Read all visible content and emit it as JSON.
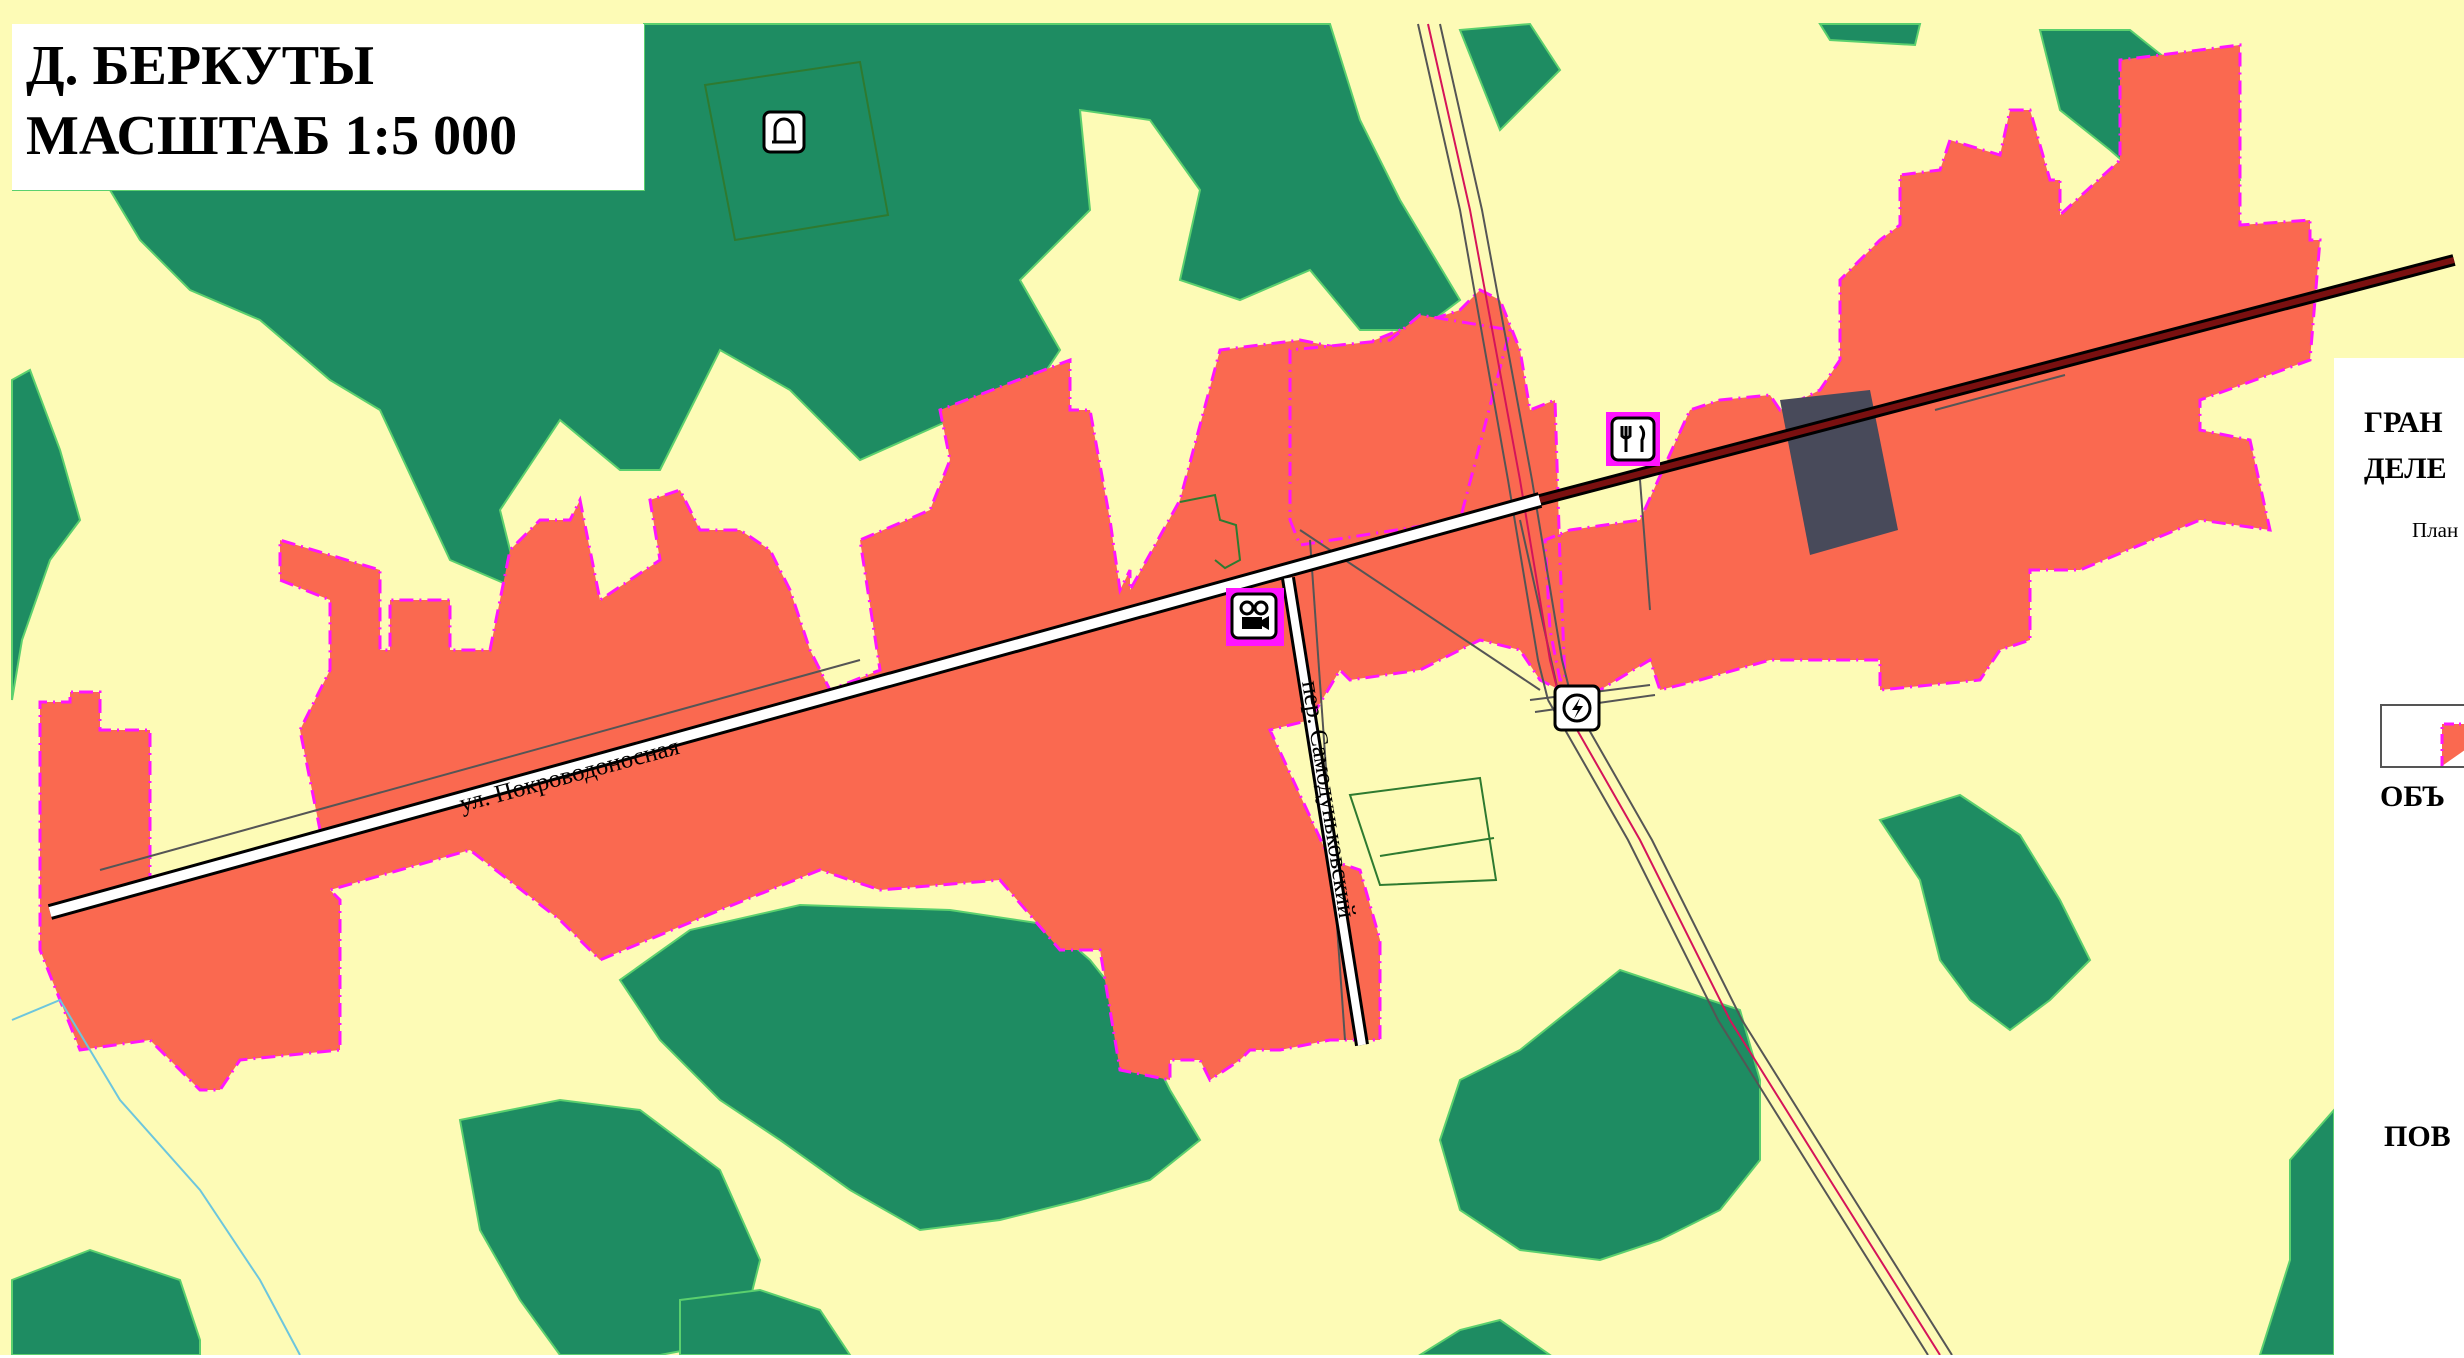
{
  "title": {
    "line1": "Д. БЕРКУТЫ",
    "line2": "МАСШТАБ 1:5 000"
  },
  "streets": {
    "main": "ул. Покроводоносная",
    "lane": "пер. Самодуньковский"
  },
  "legend": {
    "heading_line1": "ГРАН",
    "heading_line2": "ДЕЛЕ",
    "note": "План",
    "item_label": "ОБЪ",
    "item2_label": "ПОВ"
  },
  "icons": {
    "cemetery": "cemetery-icon",
    "restaurant": "restaurant-icon",
    "cinema": "cinema-icon",
    "power": "power-station-icon"
  },
  "colors": {
    "background": "#fdfbb6",
    "forest": "#1e8c62",
    "settlement": "#fa6950",
    "settlement_border": "#ff14ff",
    "road_fill": "#ffffff",
    "road_edge": "#000000",
    "industrial": "#484a5a",
    "railway": "#d4145a",
    "water_line": "#6dc6dd"
  }
}
